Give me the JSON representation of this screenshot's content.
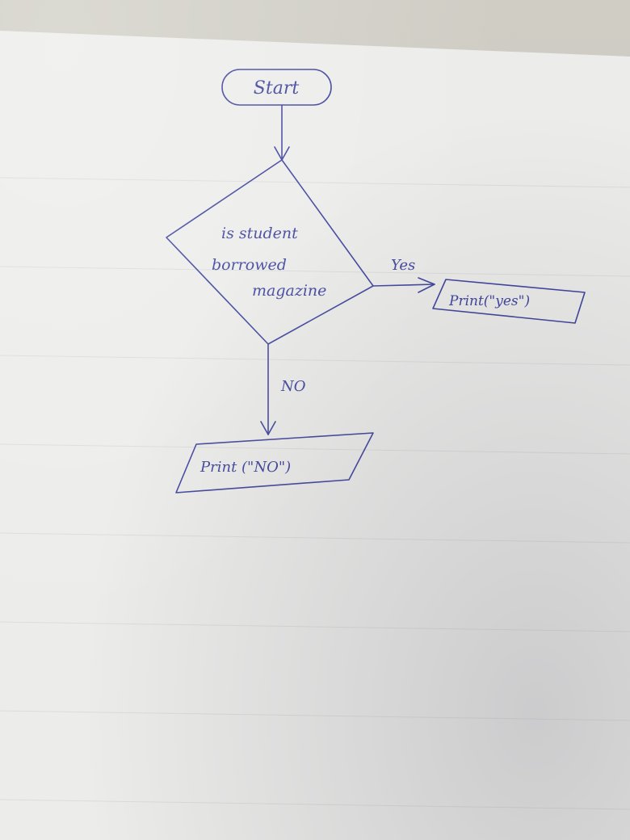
{
  "flowchart": {
    "start": "Start",
    "decision": [
      "is student",
      "borrowed",
      "magazine"
    ],
    "yes_label": "Yes",
    "no_label": "NO",
    "yes_output": "Print(\"yes\")",
    "no_output": "Print (\"NO\")"
  },
  "colors": {
    "ink": "#3a3f9a",
    "paper": "#ececec",
    "backdrop": "#c9c6bc"
  }
}
